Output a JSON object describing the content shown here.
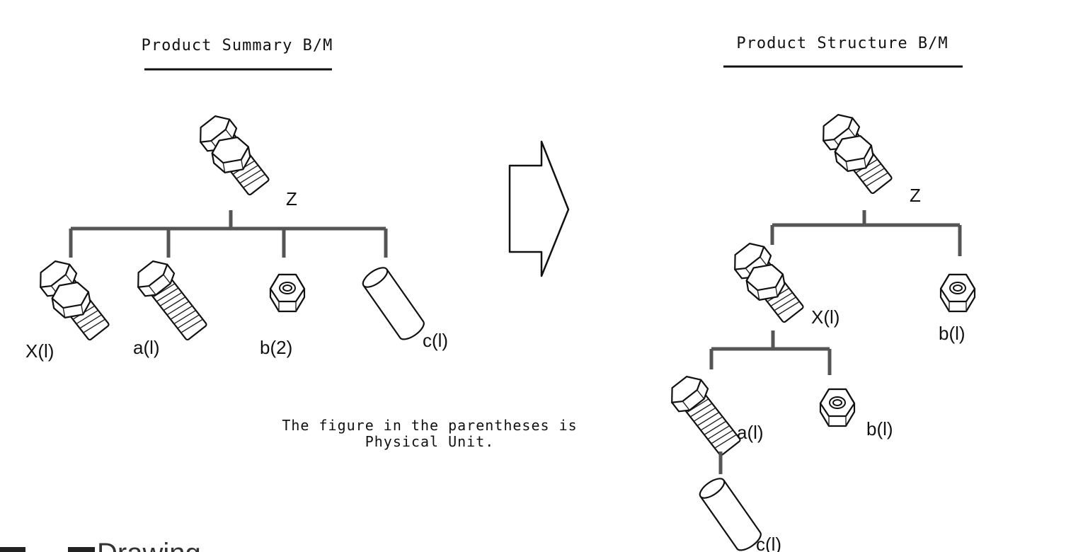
{
  "diagram": {
    "left_title": "Product Summary B/M",
    "right_title": "Product Structure B/M",
    "note_line1": "The figure in the parentheses is",
    "note_line2": "Physical Unit.",
    "footer_text": "Drawing",
    "summary": {
      "root": "Z",
      "children": [
        {
          "label": "X(l)",
          "icon": "bolt-nut-assembly-icon"
        },
        {
          "label": "a(l)",
          "icon": "bolt-icon"
        },
        {
          "label": "b(2)",
          "icon": "nut-icon"
        },
        {
          "label": "c(l)",
          "icon": "cylinder-icon"
        }
      ]
    },
    "structure": {
      "root": "Z",
      "level1": [
        {
          "label": "X(l)",
          "icon": "bolt-nut-assembly-icon"
        },
        {
          "label": "b(l)",
          "icon": "nut-icon"
        }
      ],
      "level2": [
        {
          "label": "a(l)",
          "icon": "bolt-icon"
        },
        {
          "label": "b(l)",
          "icon": "nut-icon"
        }
      ],
      "level3": [
        {
          "label": "c(l)",
          "icon": "cylinder-icon"
        }
      ]
    }
  }
}
